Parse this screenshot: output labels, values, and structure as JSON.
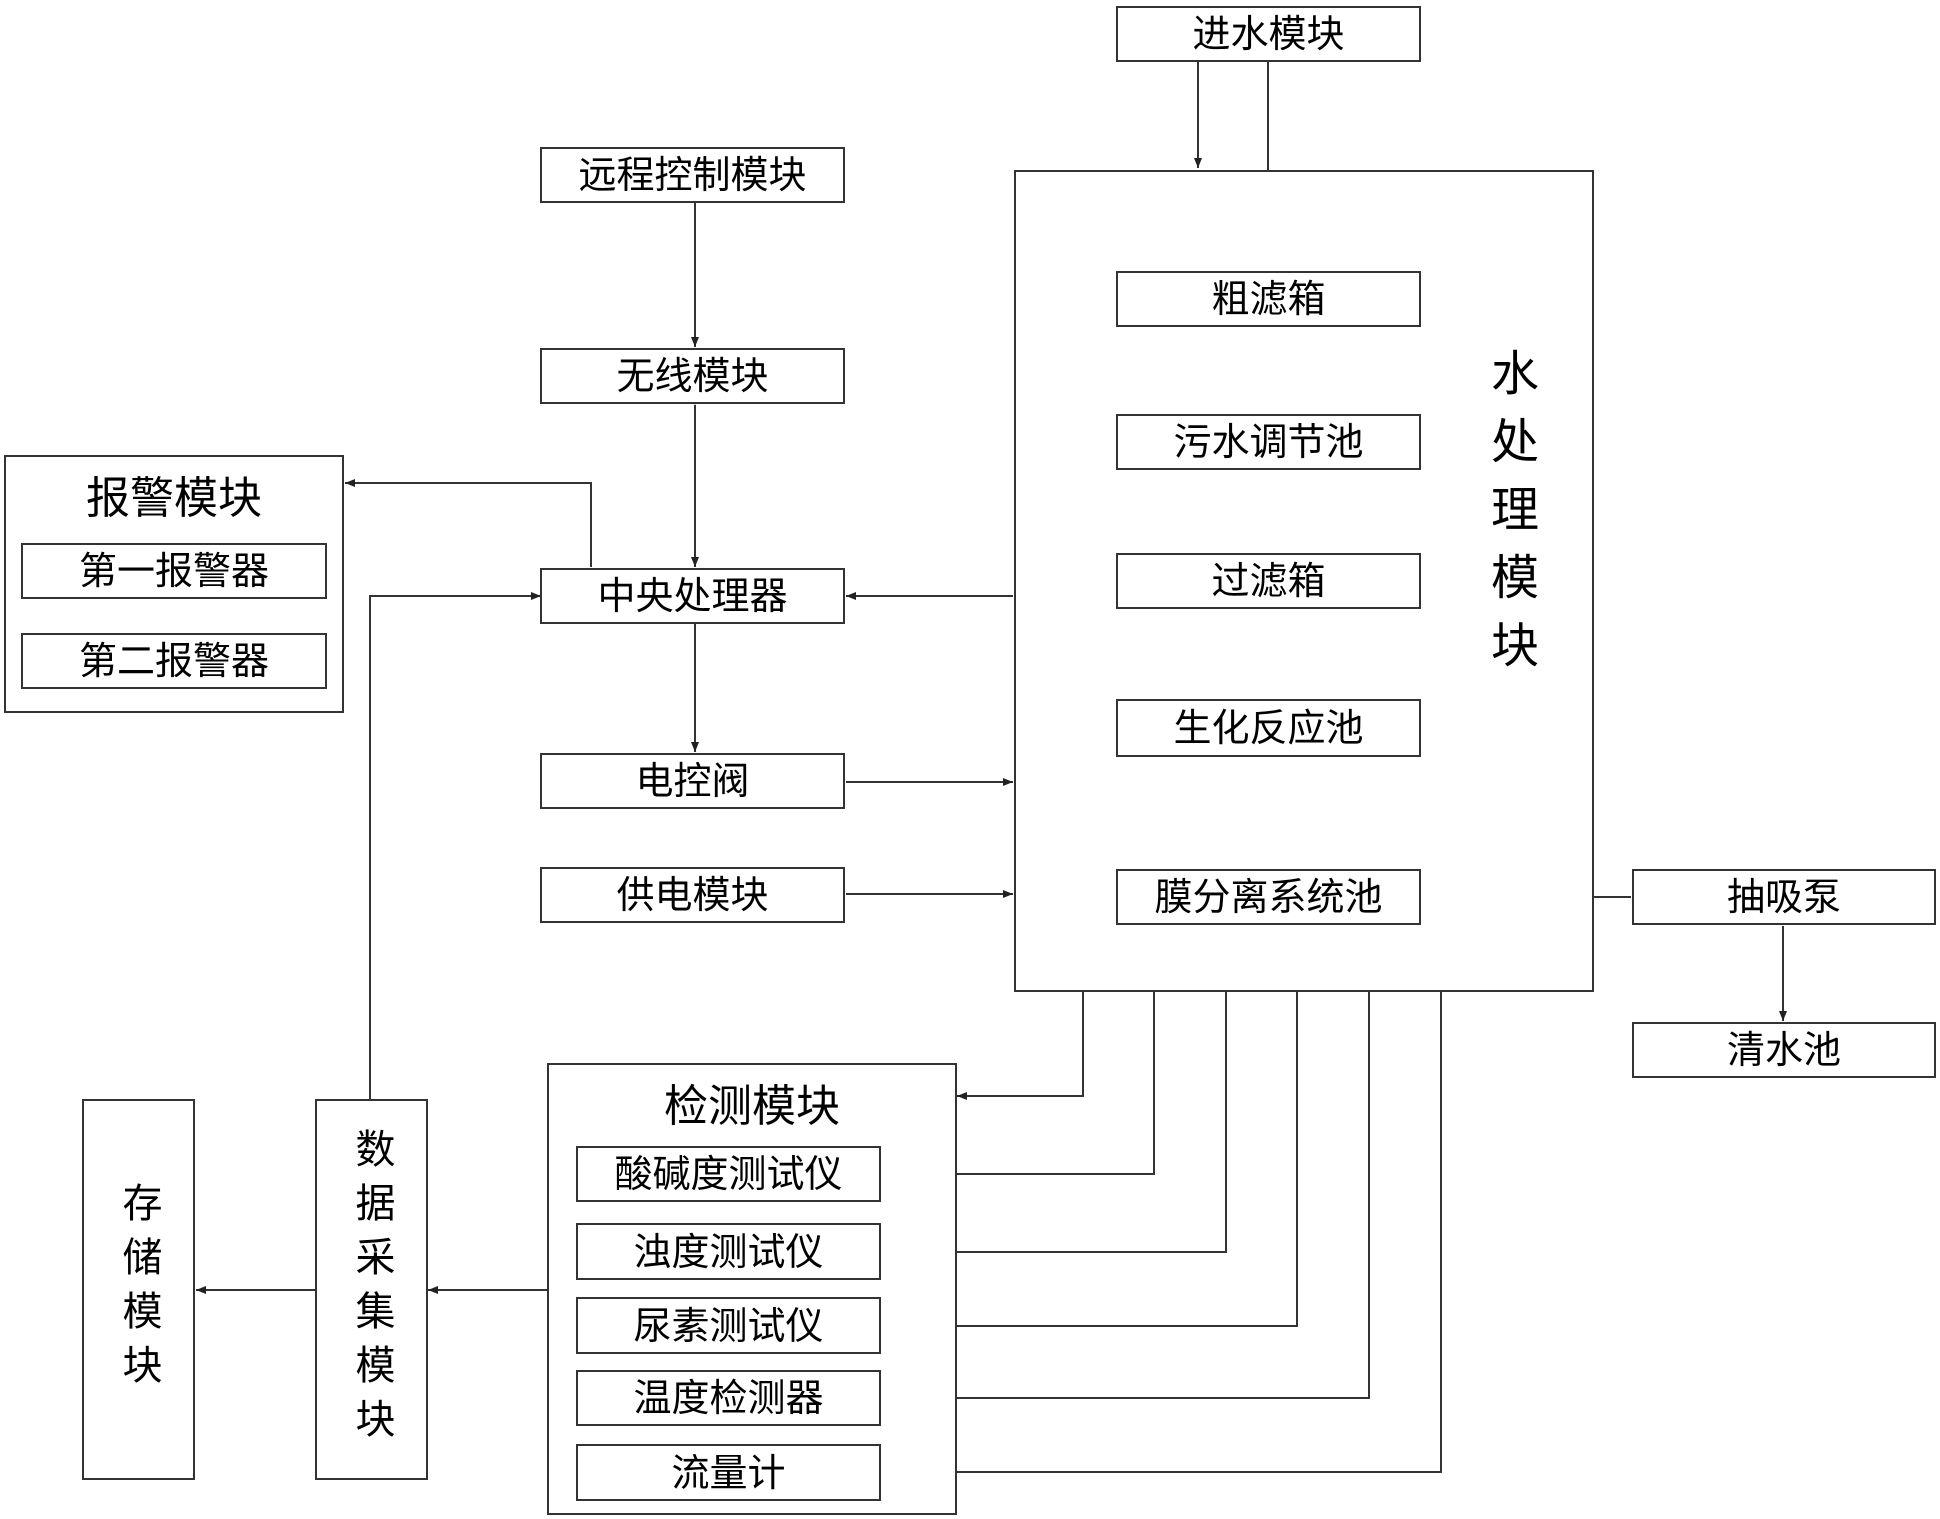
{
  "nodes": {
    "water_inlet": "进水模块",
    "remote_control": "远程控制模块",
    "wireless": "无线模块",
    "alarm_module": "报警模块",
    "alarm_1": "第一报警器",
    "alarm_2": "第二报警器",
    "cpu": "中央处理器",
    "electric_valve": "电控阀",
    "power_supply": "供电模块",
    "water_treatment": "水处理模块",
    "coarse_filter": "粗滤箱",
    "sewage_tank": "污水调节池",
    "filter_box": "过滤箱",
    "bio_reactor": "生化反应池",
    "membrane_pool": "膜分离系统池",
    "suction_pump": "抽吸泵",
    "clean_pool": "清水池",
    "detection_module": "检测模块",
    "ph_tester": "酸碱度测试仪",
    "turbidity_tester": "浊度测试仪",
    "urea_tester": "尿素测试仪",
    "temp_detector": "温度检测器",
    "flow_meter": "流量计",
    "data_acquisition": "数据采集模块",
    "storage": "存储模块"
  },
  "colors": {
    "line": "#333333",
    "background": "#ffffff"
  }
}
